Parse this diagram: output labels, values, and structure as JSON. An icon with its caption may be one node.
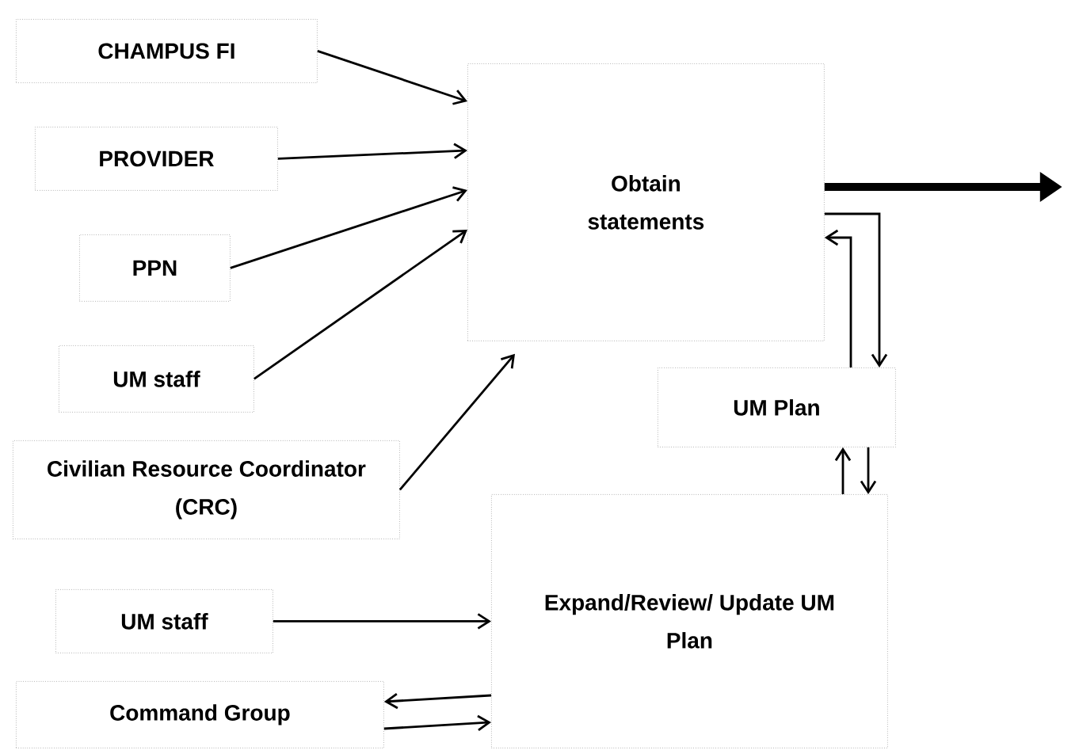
{
  "diagram": {
    "nodes": [
      {
        "text": [
          "CHAMPUS FI"
        ]
      },
      {
        "text": [
          "PROVIDER"
        ]
      },
      {
        "text": [
          "PPN"
        ]
      },
      {
        "text": [
          "UM staff"
        ]
      },
      {
        "text": [
          "Civilian Resource Coordinator (CRC)"
        ]
      },
      {
        "text": [
          "UM staff"
        ]
      },
      {
        "text": [
          "Command Group"
        ]
      },
      {
        "text": [
          "Obtain statements"
        ]
      },
      {
        "text": [
          "UM Plan"
        ]
      },
      {
        "text": [
          "Expand/Review/ Update UM Plan"
        ]
      }
    ],
    "edges": [
      {
        "from": 0,
        "to": 7,
        "arrow": "to"
      },
      {
        "from": 1,
        "to": 7,
        "arrow": "to"
      },
      {
        "from": 2,
        "to": 7,
        "arrow": "to"
      },
      {
        "from": 3,
        "to": 7,
        "arrow": "to"
      },
      {
        "from": 4,
        "to": 7,
        "arrow": "to"
      },
      {
        "from": 7,
        "to": 8,
        "arrow": "to"
      },
      {
        "from": 8,
        "to": 7,
        "arrow": "to"
      },
      {
        "from": 9,
        "to": 8,
        "arrow": "to"
      },
      {
        "from": 8,
        "to": 9,
        "arrow": "to"
      },
      {
        "from": 5,
        "to": 9,
        "arrow": "to"
      },
      {
        "from": 9,
        "to": 6,
        "arrow": "to"
      },
      {
        "from": 6,
        "to": 9,
        "arrow": "to"
      },
      {
        "from": 7,
        "to": null,
        "arrow": "to",
        "style": "thick"
      }
    ]
  }
}
